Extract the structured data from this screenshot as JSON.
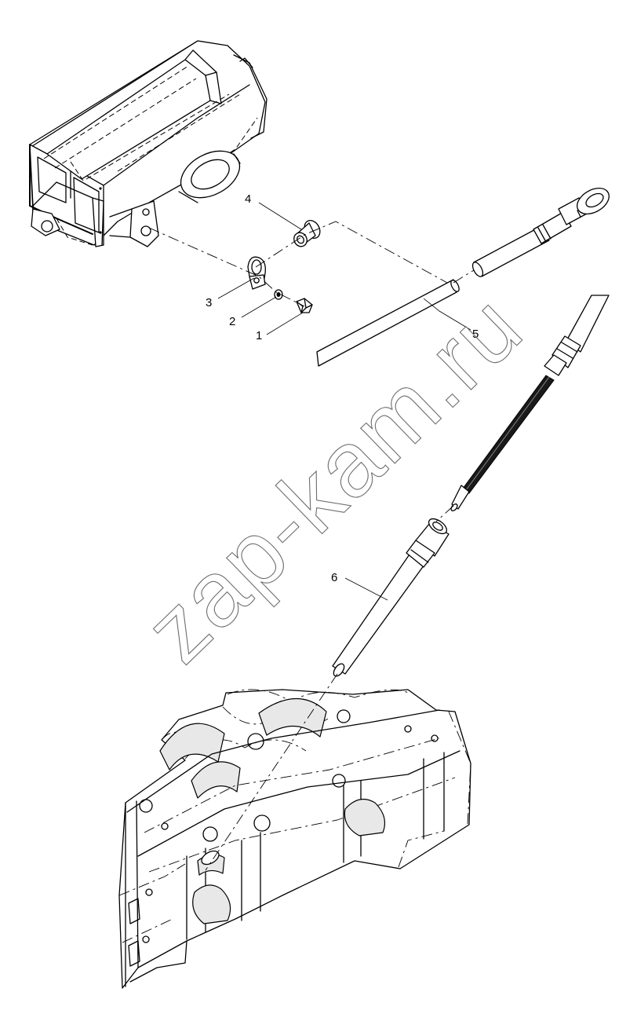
{
  "callouts": [
    {
      "id": "1",
      "label": "1"
    },
    {
      "id": "2",
      "label": "2"
    },
    {
      "id": "3",
      "label": "3"
    },
    {
      "id": "4",
      "label": "4"
    },
    {
      "id": "5",
      "label": "5"
    },
    {
      "id": "6",
      "label": "6"
    }
  ],
  "watermark": {
    "text": "zap-kam.ru",
    "color": "#6e6e6e"
  }
}
